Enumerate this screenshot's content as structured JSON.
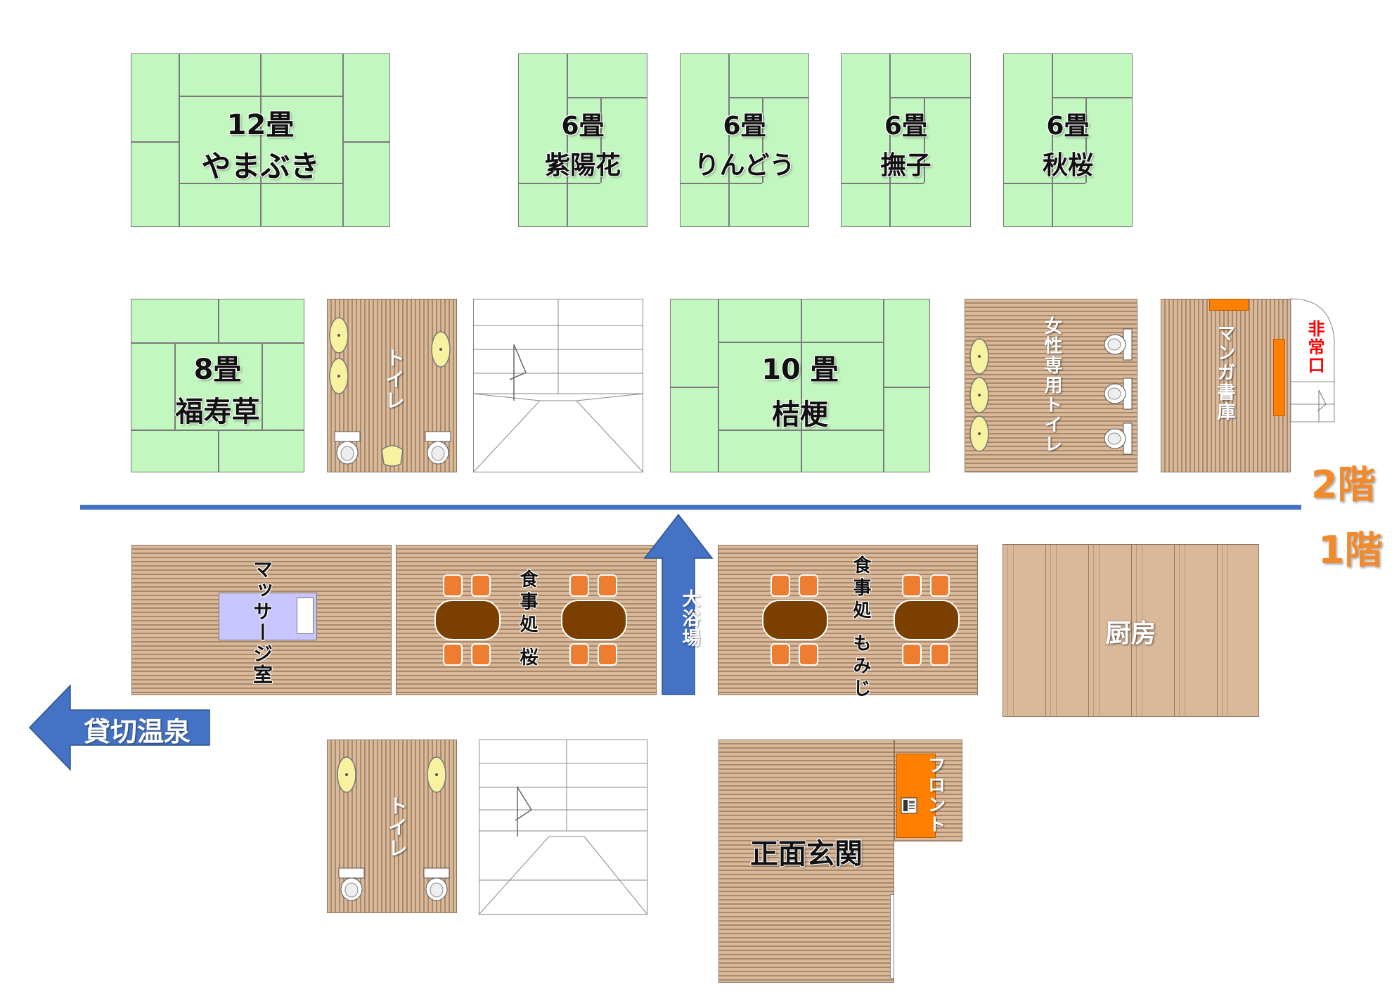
{
  "floors": {
    "upper": "2階",
    "lower": "1階"
  },
  "rooms_2f": {
    "yamabuki": {
      "size": "12畳",
      "name": "やまぶき"
    },
    "ajisai": {
      "size": "6畳",
      "name": "紫陽花"
    },
    "rindou": {
      "size": "6畳",
      "name": "りんどう"
    },
    "nadeshiko": {
      "size": "6畳",
      "name": "撫子"
    },
    "akizakura": {
      "size": "6畳",
      "name": "秋桜"
    },
    "fukujusou": {
      "size": "8畳",
      "name": "福寿草"
    },
    "kikyou": {
      "size": "10 畳",
      "name": "桔梗"
    },
    "toilet": "トイレ",
    "women_toilet": "女性専用トイレ",
    "manga": "マンガ書庫",
    "emergency_exit": "非常口"
  },
  "rooms_1f": {
    "massage": "マッサージ室",
    "dining_sakura": "食事処 桜",
    "bath": "大浴場",
    "dining_momiji": "食事処 もみじ",
    "kitchen": "厨房",
    "private_bath": "貸切温泉",
    "toilet": "トイレ",
    "entrance": "正面玄関",
    "front": "フロント"
  },
  "colors": {
    "tatami": "#c2f7bf",
    "arrow": "#4472c4",
    "floor_label": "#f28a2b",
    "chair": "#ed7d31",
    "table": "#7b3f00",
    "massage_bed": "#c9c6ff",
    "front_desk": "#ff8000",
    "emergency": "#ff0000"
  },
  "icons": [
    "toilet-icon",
    "sink-icon",
    "stairs-icon",
    "dining-table-icon",
    "chair-icon",
    "phone-icon",
    "door-icon"
  ]
}
